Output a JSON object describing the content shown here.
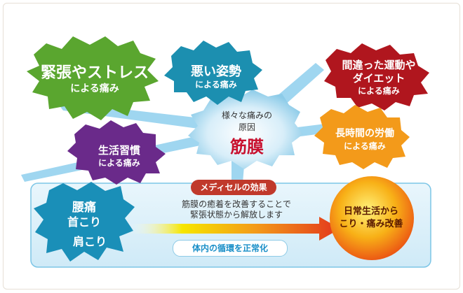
{
  "causes": {
    "stress": {
      "line1": "緊張やストレス",
      "line2": "による痛み",
      "color": "#5aa62f"
    },
    "posture": {
      "line1": "悪い姿勢",
      "line2": "による痛み",
      "color": "#1c8fb0"
    },
    "exercise": {
      "line1": "間違った運動や",
      "line2": "ダイエット",
      "line3": "による痛み",
      "color": "#b0161e"
    },
    "labor": {
      "line1": "長時間の労働",
      "line2": "による痛み",
      "color": "#f39a1a"
    },
    "habits": {
      "line1": "生活習慣",
      "line2": "による痛み",
      "color": "#6a2a8a"
    }
  },
  "center": {
    "line1": "様々な痛みの",
    "line2": "原因",
    "main": "筋膜"
  },
  "effect": {
    "label": "メディセルの効果",
    "desc_line1": "筋膜の癒着を改善することで",
    "desc_line2": "緊張状態から解放します",
    "normal": "体内の循環を正常化"
  },
  "symptoms": {
    "s1": "腰痛",
    "s2": "首こり",
    "s3": "肩こり",
    "color": "#1a8fb8"
  },
  "result": {
    "line1": "日常生活から",
    "line2": "こり・痛み改善"
  }
}
